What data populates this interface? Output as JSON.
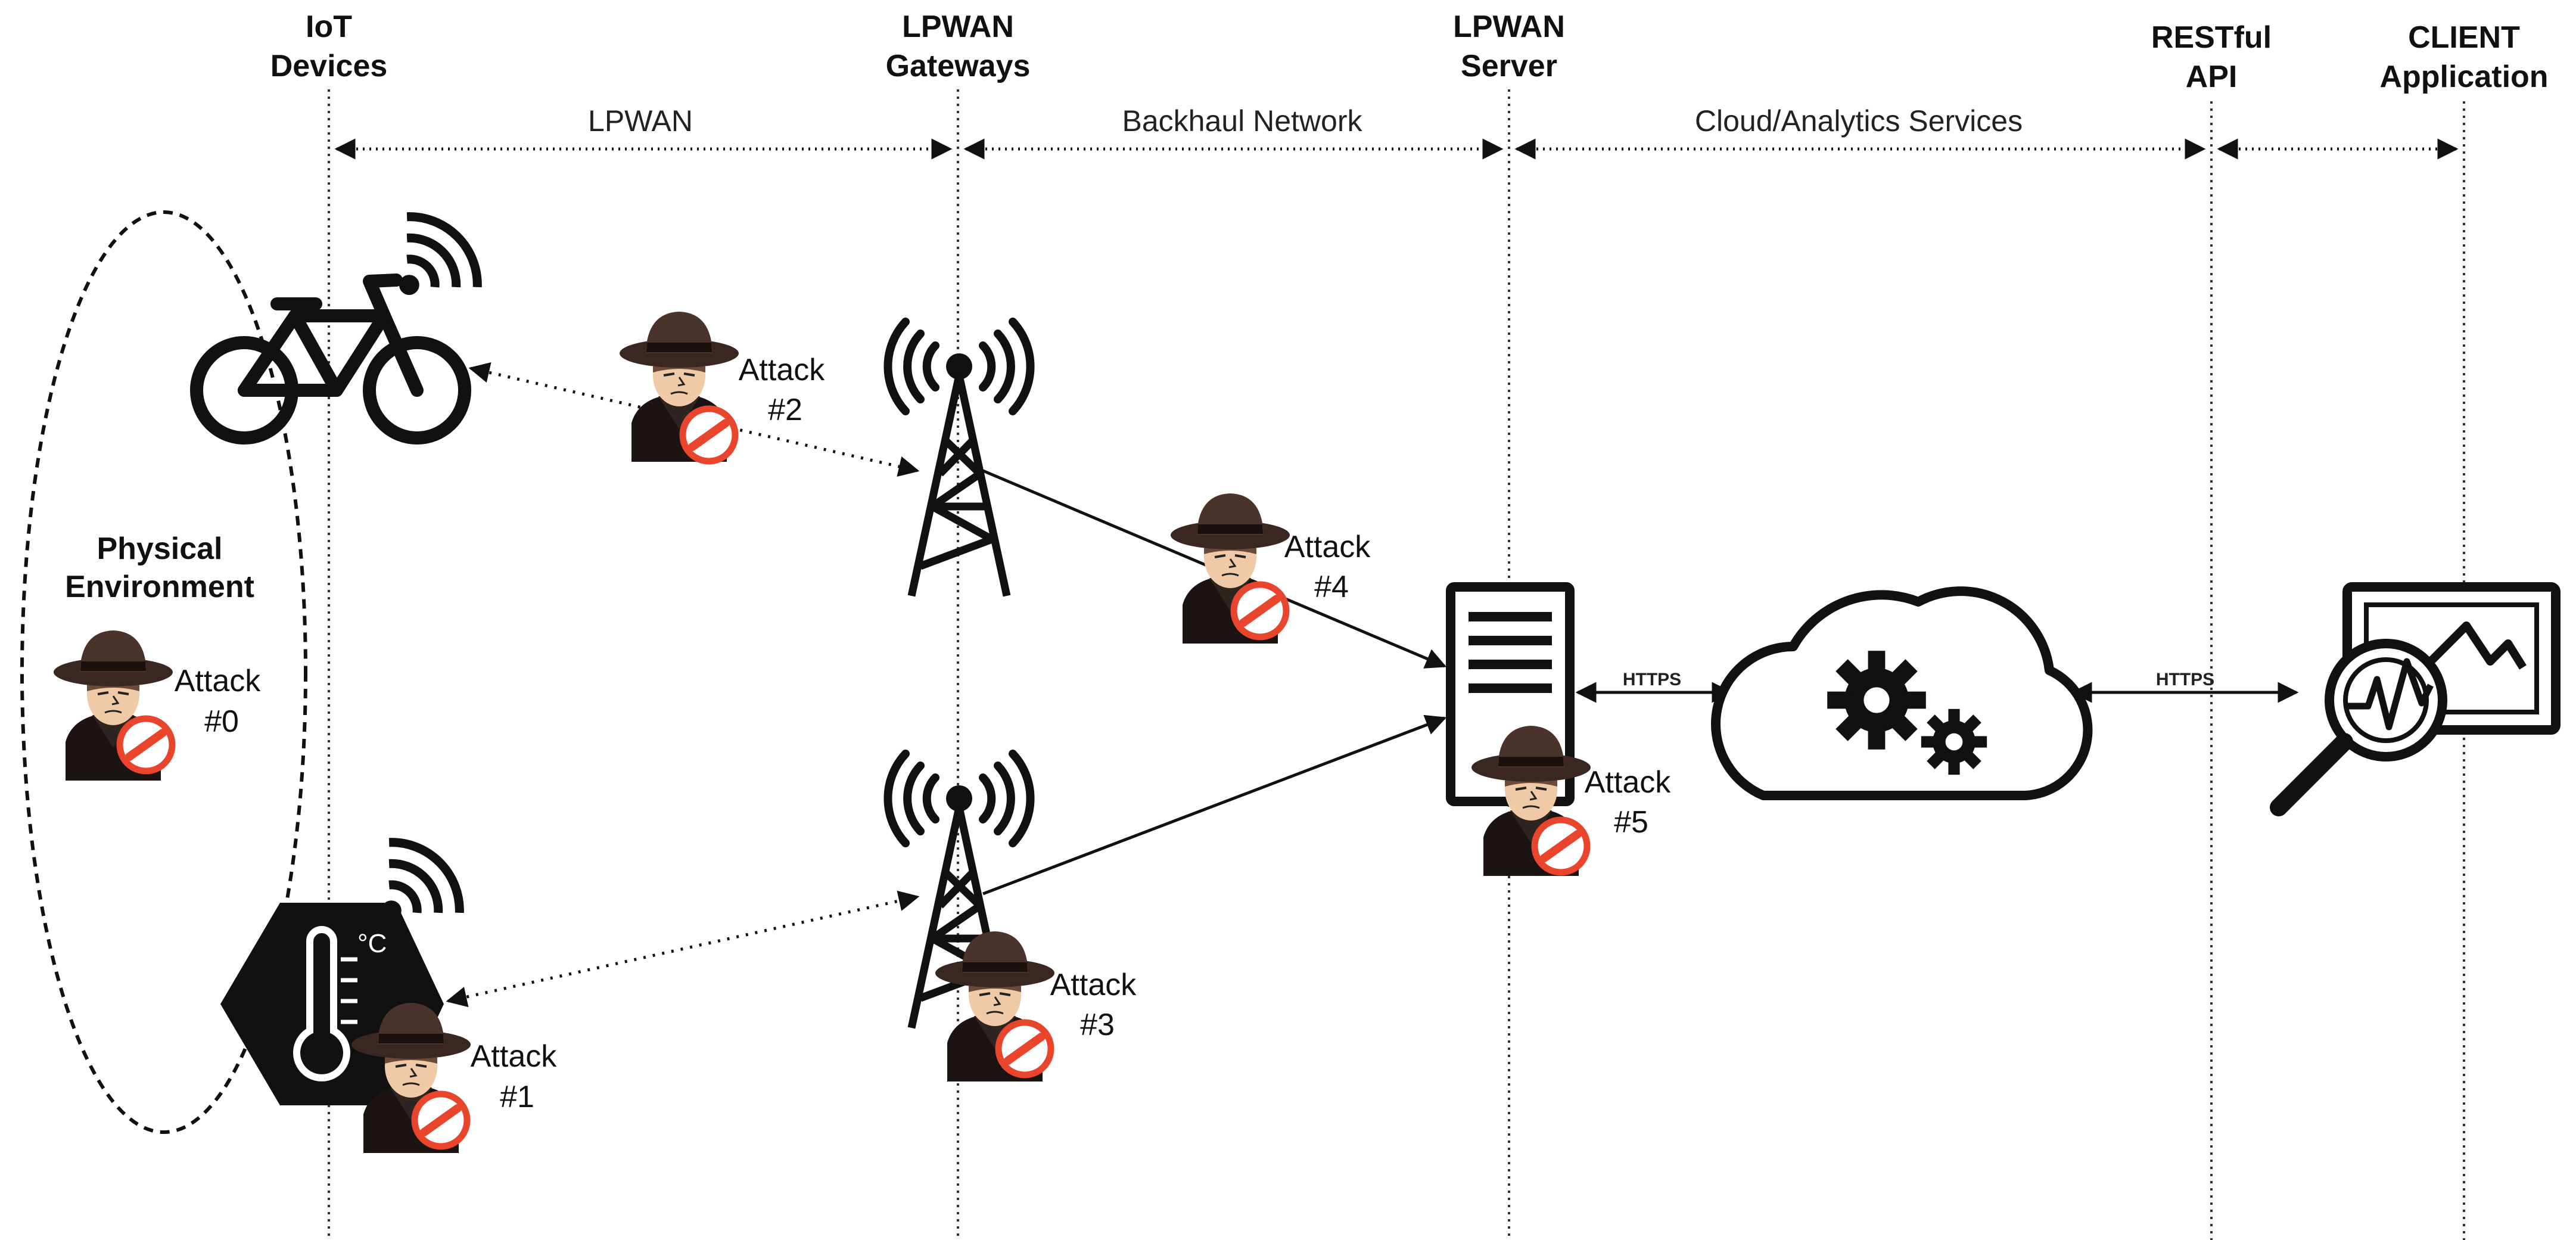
{
  "columns": [
    {
      "id": "iot",
      "line1": "IoT",
      "line2": "Devices"
    },
    {
      "id": "gateways",
      "line1": "LPWAN",
      "line2": "Gateways"
    },
    {
      "id": "server",
      "line1": "LPWAN",
      "line2": "Server"
    },
    {
      "id": "api",
      "line1": "RESTful",
      "line2": "API"
    },
    {
      "id": "client",
      "line1": "CLIENT",
      "line2": "Application"
    }
  ],
  "segments": {
    "lpwan": "LPWAN",
    "backhaul": "Backhaul Network",
    "cloud": "Cloud/Analytics Services"
  },
  "environment": {
    "line1": "Physical",
    "line2": "Environment"
  },
  "attacks": [
    {
      "id": "a0",
      "word": "Attack",
      "num": "#0"
    },
    {
      "id": "a1",
      "word": "Attack",
      "num": "#1"
    },
    {
      "id": "a2",
      "word": "Attack",
      "num": "#2"
    },
    {
      "id": "a3",
      "word": "Attack",
      "num": "#3"
    },
    {
      "id": "a4",
      "word": "Attack",
      "num": "#4"
    },
    {
      "id": "a5",
      "word": "Attack",
      "num": "#5"
    }
  ],
  "protocols": {
    "server_cloud": "HTTPS",
    "cloud_client": "HTTPS"
  },
  "thermometer_unit": "°C",
  "icons": [
    "bicycle-icon",
    "wifi-signal-icon",
    "hacker-icon",
    "no-entry-icon",
    "radio-tower-icon",
    "server-icon",
    "cloud-gears-icon",
    "analytics-monitor-icon",
    "thermometer-icon"
  ],
  "colors": {
    "ink": "#111111",
    "no_entry": "#e8452c",
    "hat": "#3a2722",
    "skin": "#f0c9a6"
  }
}
